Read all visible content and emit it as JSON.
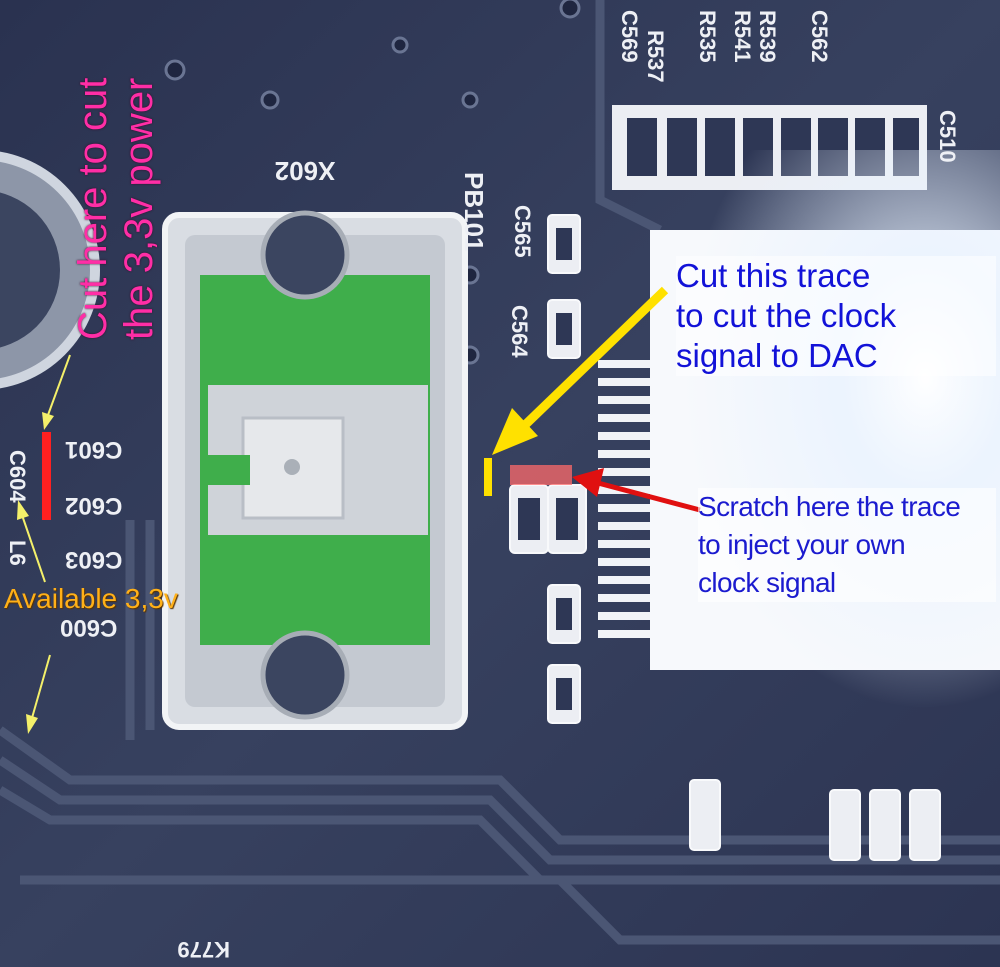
{
  "annotations": {
    "cut_power": "Cut here to cut the 3,3v power",
    "cut_power_line1": "Cut here to cut",
    "cut_power_line2": "the 3,3v power",
    "cut_clock_line1": "Cut this trace",
    "cut_clock_line2": "to cut the clock",
    "cut_clock_line3": "signal to DAC",
    "scratch_line1": "Scratch here the trace",
    "scratch_line2": "to inject your own",
    "scratch_line3": "clock signal",
    "available": "Available 3,3v"
  },
  "silkscreen": {
    "x602": "X602",
    "pb101": "PB101",
    "c601": "C601",
    "c602": "C602",
    "c603": "C603",
    "c600": "C600",
    "c604": "C604",
    "l6": "L6",
    "c569": "C569",
    "r537": "R537",
    "r535": "R535",
    "r541": "R541",
    "r539": "R539",
    "c562": "C562",
    "c510": "C510",
    "c565": "C565",
    "c564": "C564",
    "k779": "K779"
  },
  "colors": {
    "board": "#2e3755",
    "trace": "#3c4663",
    "silk": "#e6e8f0",
    "pad_green": "#3fae4b",
    "cut_power_color": "#ff2ea6",
    "cut_marker_red": "#ff2020",
    "cut_marker_yellow": "#ffe100",
    "arrow_yellow": "#ffe100",
    "arrow_red": "#e01010",
    "clock_text": "#1212d8",
    "available_text": "#ffb018"
  }
}
